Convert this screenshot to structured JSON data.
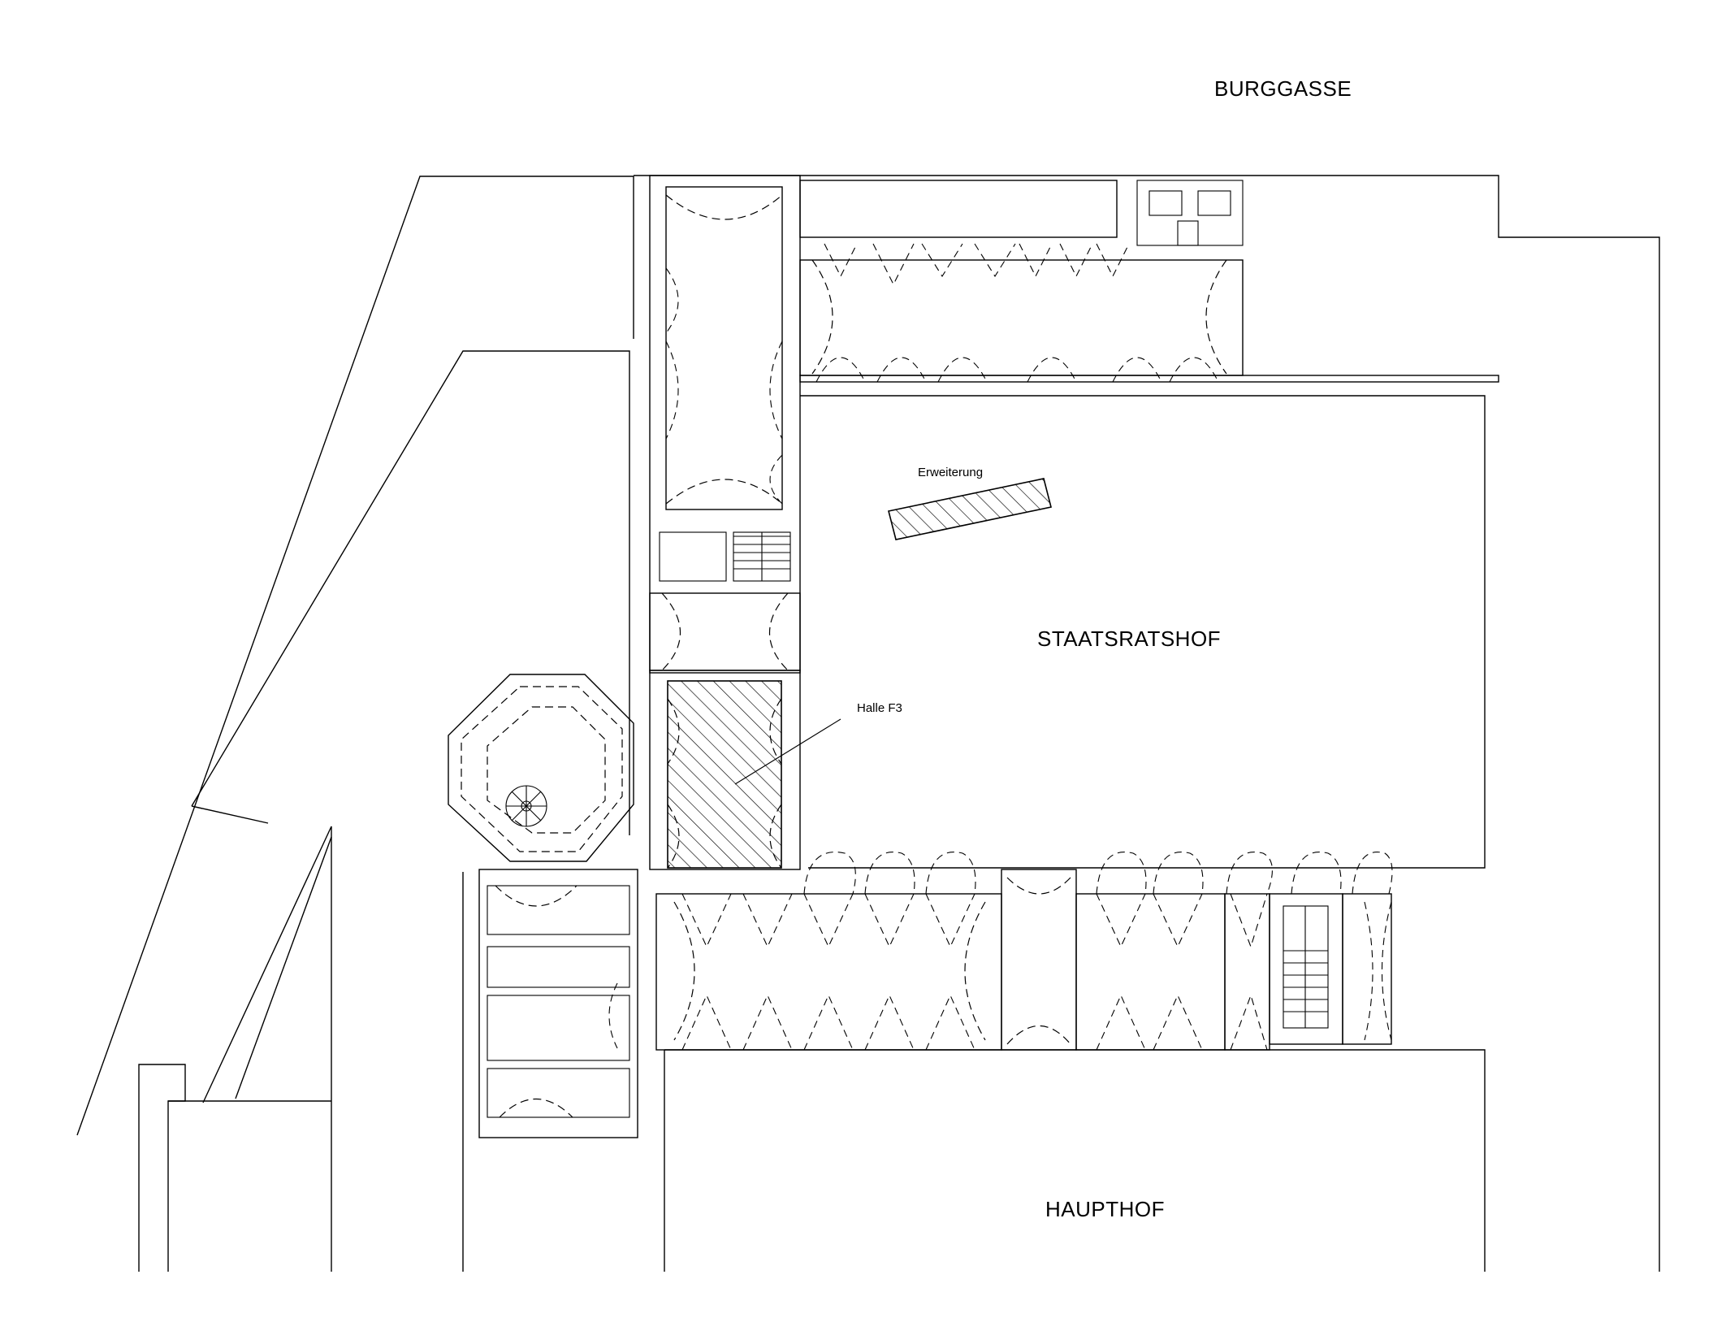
{
  "labels": {
    "burggasse": "BURGGASSE",
    "staatsratshof": "STAATSRATSHOF",
    "haupthof": "HAUPTHOF",
    "erweiterung": "Erweiterung",
    "halle": "Halle F3"
  },
  "colors": {
    "line": "#000000",
    "background": "#ffffff"
  }
}
